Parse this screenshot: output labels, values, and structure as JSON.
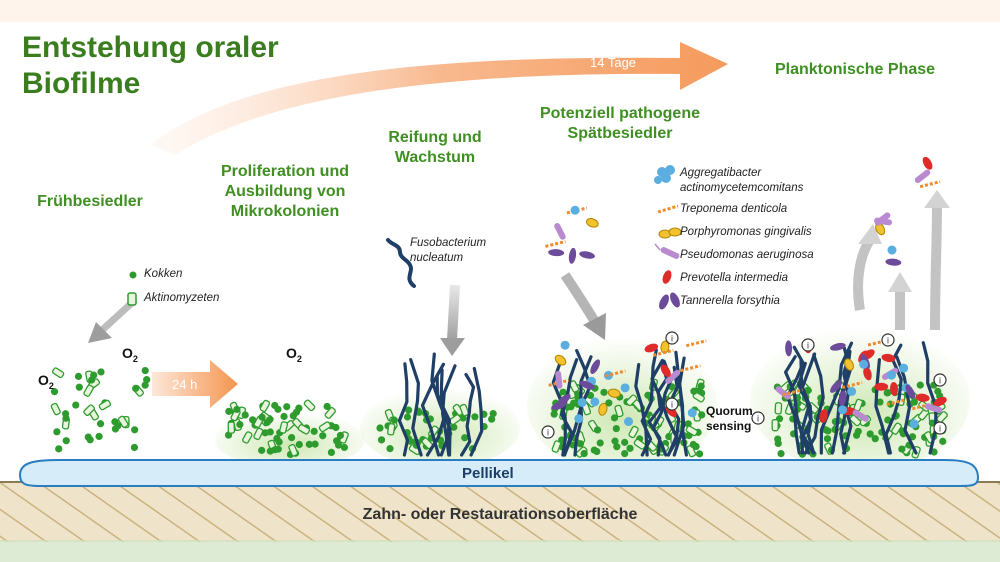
{
  "title": {
    "line1": "Entstehung oraler",
    "line2": "Biofilme"
  },
  "timeline": {
    "big_arrow_label": "14 Tage",
    "small_arrow_label": "24 h"
  },
  "stages": {
    "s1": "Frühbesiedler",
    "s2_line1": "Proliferation und",
    "s2_line2": "Ausbildung von",
    "s2_line3": "Mikrokolonien",
    "s3_line1": "Reifung und",
    "s3_line2": "Wachstum",
    "s4_line1": "Potenziell pathogene",
    "s4_line2": "Spätbesiedler",
    "s5": "Planktonische Phase"
  },
  "early_legend": {
    "kokken": "Kokken",
    "aktinomyzeten": "Aktinomyzeten"
  },
  "oxygen": {
    "symbol": "O",
    "subscript": "2"
  },
  "fuso": {
    "line1": "Fusobacterium",
    "line2": "nucleatum"
  },
  "legend": [
    {
      "label": "Aggregatibacter",
      "label2": "actinomycetemcomitans",
      "color": "#5aaee0",
      "icon": "cluster-icon"
    },
    {
      "label": "Treponema denticola",
      "color": "#f08a2a",
      "icon": "spiral-icon"
    },
    {
      "label": "Porphyromonas gingivalis",
      "color": "#f2c12e",
      "icon": "pair-icon"
    },
    {
      "label": "Pseudomonas aeruginosa",
      "color": "#b98ad0",
      "icon": "rod-icon"
    },
    {
      "label": "Prevotella intermedia",
      "color": "#e02b2b",
      "icon": "oval-icon"
    },
    {
      "label": "Tannerella forsythia",
      "color": "#6c4b9a",
      "icon": "fusiform-icon"
    }
  ],
  "quorum": {
    "line1": "Quorum",
    "line2": "sensing",
    "info_symbol": "i"
  },
  "pellicle_label": "Pellikel",
  "surface_label": "Zahn- oder Restaurationsoberfläche",
  "colors": {
    "title_green": "#3a7d1f",
    "cocci_green": "#2e9b2e",
    "fuso_blue": "#1f3f66",
    "orange_arrow": "#f6a26a",
    "pellicle_blue": "#c8e3f3",
    "surface_tan": "#e9dcc0"
  }
}
